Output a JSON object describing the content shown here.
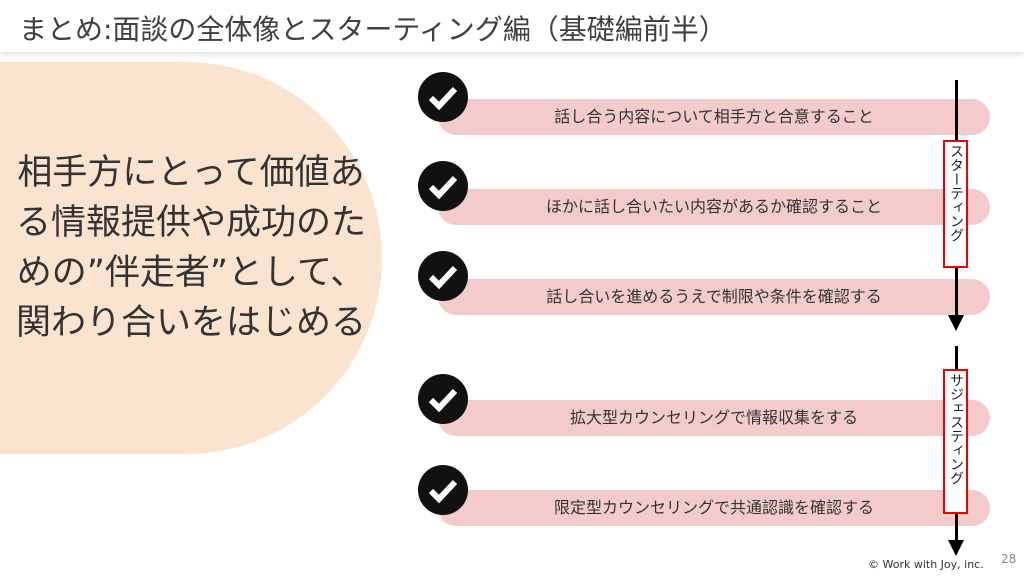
{
  "title": "まとめ:面談の全体像とスターティング編（基礎編前半）",
  "message": "相手方にとって価値ある情報提供や成功のための”伴走者”として、関わり合いをはじめる",
  "steps": [
    {
      "label": "話し合う内容について相手方と合意すること",
      "icon": "check-icon"
    },
    {
      "label": "ほかに話し合いたい内容があるか確認すること",
      "icon": "check-icon"
    },
    {
      "label": "話し合いを進めるうえで制限や条件を確認する",
      "icon": "check-icon"
    },
    {
      "label": "拡大型カウンセリングで情報収集をする",
      "icon": "check-icon"
    },
    {
      "label": "限定型カウンセリングで共通認識を確認する",
      "icon": "check-icon"
    }
  ],
  "phases": [
    "スターティング",
    "サジェスティング"
  ],
  "footer": {
    "copyright": "© Work with Joy, inc.",
    "page": "28"
  }
}
